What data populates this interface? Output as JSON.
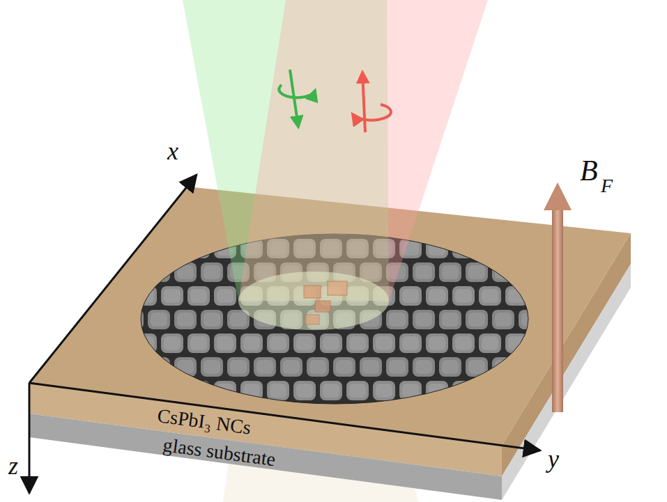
{
  "diagram": {
    "labels": [
      "x",
      "y",
      "z",
      "B",
      "F",
      "CsPbI₃ NCs",
      "glass substrate"
    ]
  }
}
